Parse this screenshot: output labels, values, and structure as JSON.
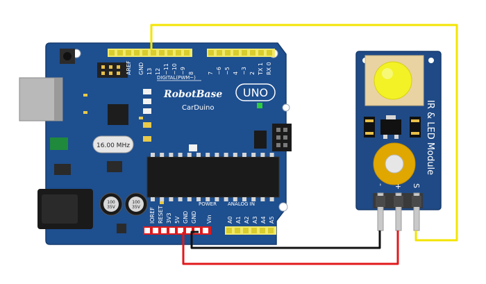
{
  "board": {
    "brand": "RobotBase",
    "model": "UNO",
    "name": "CarDuino",
    "crystal": "16.00 MHz",
    "capacitor_label": "100\n35V",
    "cap_top": "100",
    "cap_bottom": "35V",
    "digital_label": "DIGITAL(PWM~)",
    "power_label": "POWER",
    "analog_label": "ANALOG IN",
    "header_top": [
      "AREF",
      "GND",
      "13",
      "12",
      "~11",
      "~10",
      "~9",
      "8",
      "7",
      "~6",
      "~5",
      "4",
      "~3",
      "2",
      "TX 1",
      "RX 0"
    ],
    "header_power": [
      "IOREF",
      "RESET",
      "3V3",
      "5V",
      "GND",
      "GND",
      "Vin"
    ],
    "header_analog": [
      "A0",
      "A1",
      "A2",
      "A3",
      "A4",
      "A5"
    ]
  },
  "module": {
    "title": "IR & LED Module",
    "pins": [
      "-",
      "+",
      "S"
    ]
  },
  "colors": {
    "board": "#1e4f8f",
    "module": "#1f4a86",
    "wire_signal": "#f3e400",
    "wire_power": "#e0191c",
    "wire_ground": "#111111"
  }
}
